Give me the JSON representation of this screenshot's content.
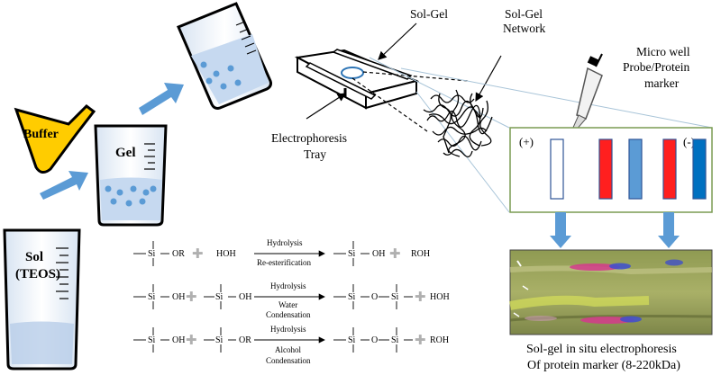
{
  "labels": {
    "sol": "Sol",
    "teos": "(TEOS)",
    "buffer": "Buffer",
    "gel": "Gel",
    "sol_gel": "Sol-Gel",
    "sol_gel_network_1": "Sol-Gel",
    "sol_gel_network_2": "Network",
    "electrophoresis_1": "Electrophoresis",
    "electrophoresis_2": "Tray",
    "micro_well_1": "Micro well",
    "micro_well_2": "Probe/Protein",
    "micro_well_3": "marker",
    "plus": "(+)",
    "minus": "(-)",
    "caption_1": "Sol-gel in situ electrophoresis",
    "caption_2": "Of protein marker (8-220kDa)"
  },
  "reactions": [
    {
      "reactant1": "OR",
      "reactant2": "HOH",
      "arrow_top": "Hydrolysis",
      "arrow_bottom": "Re-esterification",
      "product1_a": "OH",
      "product2": "ROH"
    },
    {
      "reactant1": "OH",
      "reactant2": "OH",
      "arrow_top": "Hydrolysis",
      "arrow_bottom_1": "Water",
      "arrow_bottom_2": "Condensation",
      "bridge": "O",
      "product2": "HOH"
    },
    {
      "reactant1": "OH",
      "reactant2": "OR",
      "arrow_top": "Hydrolysis",
      "arrow_bottom_1": "Alcohol",
      "arrow_bottom_2": "Condensation",
      "bridge": "O",
      "product2": "ROH"
    }
  ],
  "si_label": "Si",
  "lanes": [
    {
      "color": "#ffffff",
      "outline": "#2f5597"
    },
    {
      "color": "#ff1f1f",
      "outline": "#2f5597"
    },
    {
      "color": "#5b9bd5",
      "outline": "#2f5597"
    },
    {
      "color": "#ff1f1f",
      "outline": "#2f5597"
    },
    {
      "color": "#0070c0",
      "outline": "#2f5597"
    }
  ],
  "colors": {
    "arrow_blue": "#5b9bd5",
    "buffer_yellow": "#ffcc00",
    "plus_sign": "#b0b0b0",
    "box_border": "#7a9c52"
  }
}
